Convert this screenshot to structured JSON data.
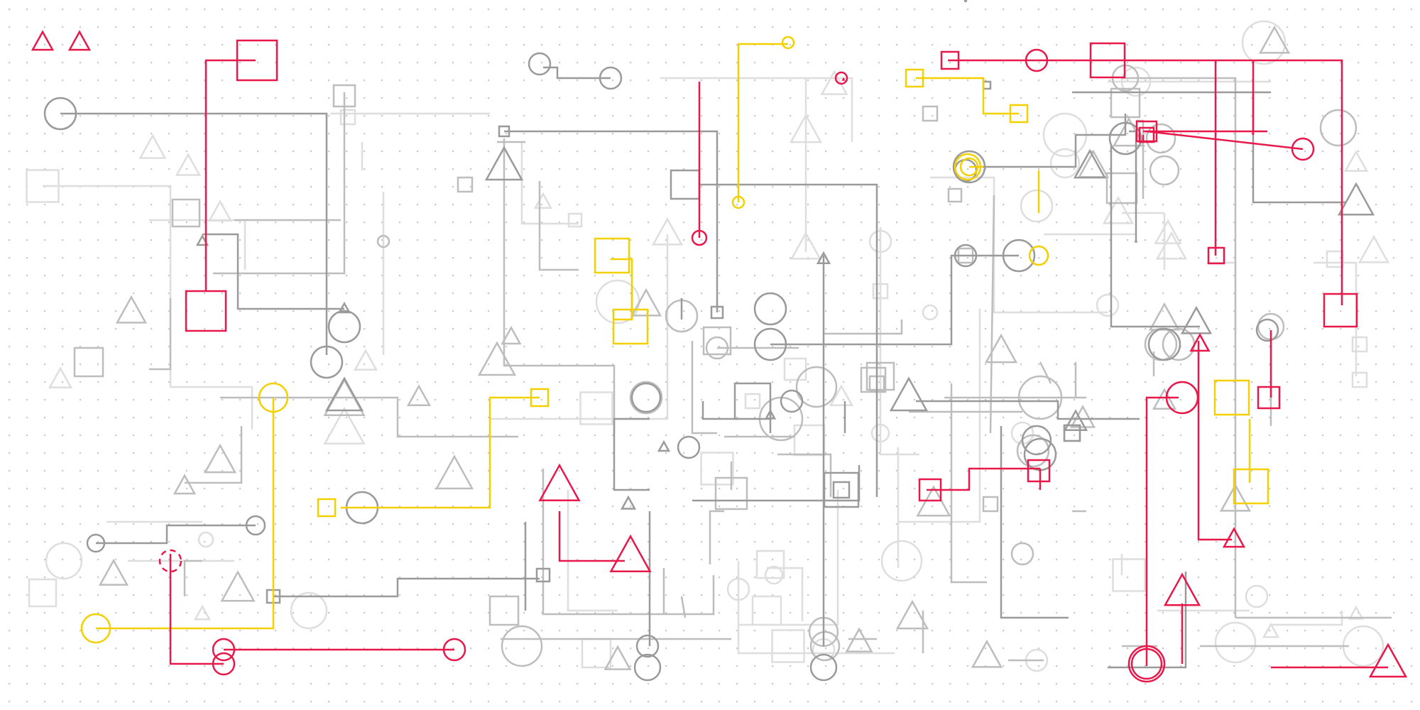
{
  "diagram": {
    "title": "",
    "node_counts": {
      "red": 26,
      "yellow": 13,
      "gray": 90
    },
    "colors": {
      "background": "#ffffff",
      "grid_dot": "#c8c8c8",
      "red": "#e8184a",
      "yellow": "#f5d000",
      "gray_dark": "#9a9a9a",
      "gray_mid": "#bdbdbd",
      "gray_light": "#dedede"
    },
    "shape_kinds": [
      "circle",
      "square",
      "triangle"
    ],
    "background_pattern": "dot-grid",
    "text_labels": []
  }
}
